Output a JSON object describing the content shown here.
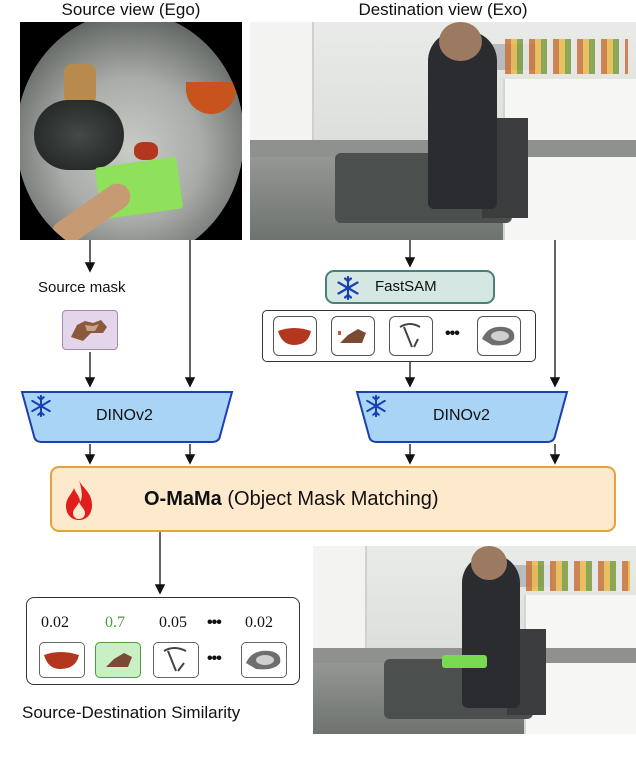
{
  "titles": {
    "source_view": "Source view (Ego)",
    "destination_view": "Destination view (Exo)"
  },
  "labels": {
    "source_mask": "Source mask",
    "fastsam": "FastSAM",
    "dinov2_left": "DINOv2",
    "dinov2_right": "DINOv2",
    "omama_bold": "O-MaMa",
    "omama_rest": " (Object Mask Matching)",
    "caption": "Source-Destination Similarity"
  },
  "similarity": {
    "scores": [
      "0.02",
      "0.7",
      "0.05",
      "0.02"
    ],
    "dots": "•••",
    "highlight_index": 1
  },
  "colors": {
    "dino_fill": "#a9d4f5",
    "dino_stroke": "#1a3fb0",
    "fastsam_fill": "#d5e7e2",
    "omama_fill": "#fde9cc",
    "omama_stroke": "#e3a33a",
    "flame": "#e11d1d",
    "highlight_text": "#4f9a3e",
    "highlight_fill": "#c9efc4"
  },
  "icons": {
    "frozen": "snowflake-icon",
    "trainable": "flame-icon"
  }
}
